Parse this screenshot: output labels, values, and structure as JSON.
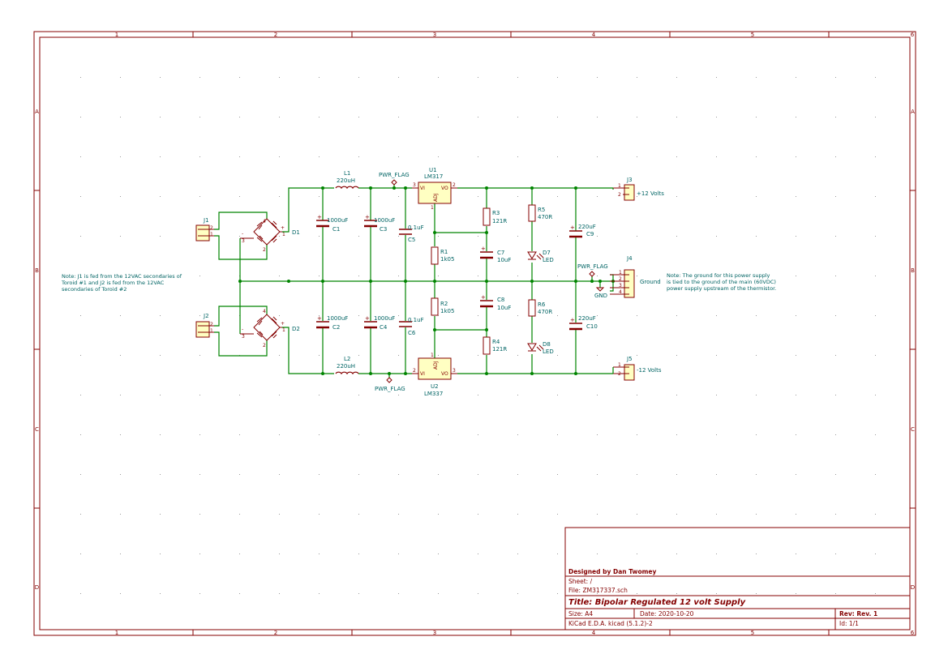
{
  "frame": {
    "columns": [
      "1",
      "2",
      "3",
      "4",
      "5",
      "6"
    ],
    "rows": [
      "A",
      "B",
      "C",
      "D"
    ]
  },
  "colors": {
    "border": "#840000",
    "wire": "#008400",
    "component": "#840000",
    "label": "#006464",
    "pin": "#840000",
    "junction": "#008400",
    "connector_fill": "#ffffc2",
    "grid": "#9a9a9a"
  },
  "notes": {
    "left": [
      "Note: J1 is fed from the 12VAC secondaries of",
      "Toroid #1 and J2 is fed from the 12VAC",
      "secondaries of Toroid #2"
    ],
    "right": [
      "Note: The ground for this power supply",
      "is tied to the ground of the main (60VDC)",
      "power supply upstream of the thermistor."
    ]
  },
  "components": {
    "J1": {
      "ref": "J1",
      "pins": [
        "2",
        "1"
      ]
    },
    "J2": {
      "ref": "J2",
      "pins": [
        "2",
        "1"
      ]
    },
    "J3": {
      "ref": "J3",
      "pins": [
        "1",
        "2"
      ],
      "net": "+12 Volts"
    },
    "J4": {
      "ref": "J4",
      "pins": [
        "1",
        "2",
        "3",
        "4"
      ],
      "net": "Ground"
    },
    "J5": {
      "ref": "J5",
      "pins": [
        "1",
        "2"
      ],
      "net": "-12 Volts"
    },
    "D1": {
      "ref": "D1",
      "pins": [
        "4",
        "3",
        "2",
        "1"
      ]
    },
    "D2": {
      "ref": "D2",
      "pins": [
        "4",
        "3",
        "2",
        "1"
      ]
    },
    "bridge_signs": {
      "plus": "+",
      "minus": "-"
    },
    "L1": {
      "ref": "L1",
      "value": "220uH"
    },
    "L2": {
      "ref": "L2",
      "value": "220uH"
    },
    "C1": {
      "ref": "C1",
      "value": "1000uF"
    },
    "C2": {
      "ref": "C2",
      "value": "1000uF"
    },
    "C3": {
      "ref": "C3",
      "value": "1000uF"
    },
    "C4": {
      "ref": "C4",
      "value": "1000uF"
    },
    "C5": {
      "ref": "C5",
      "value": "0.1uF"
    },
    "C6": {
      "ref": "C6",
      "value": "0.1uF"
    },
    "C7": {
      "ref": "C7",
      "value": "10uF"
    },
    "C8": {
      "ref": "C8",
      "value": "10uF"
    },
    "C9": {
      "ref": "C9",
      "value": "220uF"
    },
    "C10": {
      "ref": "C10",
      "value": "220uF"
    },
    "R1": {
      "ref": "R1",
      "value": "1k05"
    },
    "R2": {
      "ref": "R2",
      "value": "1k05"
    },
    "R3": {
      "ref": "R3",
      "value": "121R"
    },
    "R4": {
      "ref": "R4",
      "value": "121R"
    },
    "R5": {
      "ref": "R5",
      "value": "470R"
    },
    "R6": {
      "ref": "R6",
      "value": "470R"
    },
    "D7": {
      "ref": "D7",
      "value": "LED"
    },
    "D8": {
      "ref": "D8",
      "value": "LED"
    },
    "U1": {
      "ref": "U1",
      "value": "LM317",
      "pin_vi": "VI",
      "pin_vo": "VO",
      "pin_adj": "ADJ",
      "pin_in": "3",
      "pin_out": "2",
      "pin_adjn": "1"
    },
    "U2": {
      "ref": "U2",
      "value": "LM337",
      "pin_vi": "VI",
      "pin_vo": "VO",
      "pin_adj": "ADJ",
      "pin_in": "2",
      "pin_out": "3",
      "pin_adjn": "1"
    },
    "flags": {
      "pwr_flag": "PWR_FLAG",
      "gnd": "GND"
    }
  },
  "title_block": {
    "designer": "Designed by Dan Twomey",
    "sheet": "Sheet: /",
    "file": "File: ZM317337.sch",
    "title": "Title: Bipolar Regulated 12 volt Supply",
    "size": "Size: A4",
    "date": "Date: 2020-10-20",
    "rev": "Rev: Rev. 1",
    "tool": "KiCad E.D.A.  kicad (5.1.2)-2",
    "id": "Id: 1/1"
  }
}
